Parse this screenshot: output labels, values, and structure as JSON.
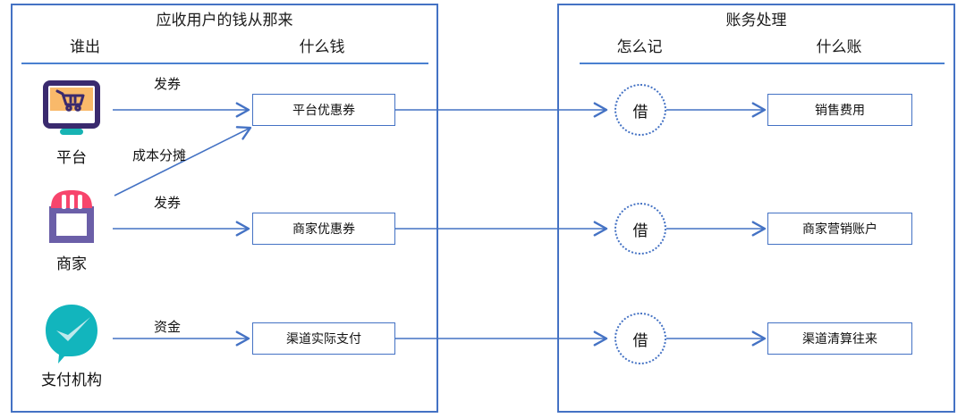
{
  "panels": [
    {
      "id": "receivable-source",
      "title": "应收用户的钱从那来",
      "columns": [
        {
          "id": "who-pays",
          "label": "谁出"
        },
        {
          "id": "what-money",
          "label": "什么钱"
        }
      ]
    },
    {
      "id": "accounting-process",
      "title": "账务处理",
      "columns": [
        {
          "id": "how-record",
          "label": "怎么记"
        },
        {
          "id": "what-account",
          "label": "什么账"
        }
      ]
    }
  ],
  "actors": [
    {
      "id": "platform",
      "label": "平台",
      "icon": "monitor-shopping-cart-icon"
    },
    {
      "id": "merchant",
      "label": "商家",
      "icon": "storefront-icon"
    },
    {
      "id": "payment-institution",
      "label": "支付机构",
      "icon": "payment-check-bubble-icon"
    }
  ],
  "money_boxes": [
    {
      "id": "platform-coupon",
      "label": "平台优惠券"
    },
    {
      "id": "merchant-coupon",
      "label": "商家优惠券"
    },
    {
      "id": "channel-actual-payment",
      "label": "渠道实际支付"
    }
  ],
  "debit_nodes": [
    {
      "id": "debit-1",
      "label": "借"
    },
    {
      "id": "debit-2",
      "label": "借"
    },
    {
      "id": "debit-3",
      "label": "借"
    }
  ],
  "account_boxes": [
    {
      "id": "sales-expense",
      "label": "销售费用"
    },
    {
      "id": "merchant-marketing-account",
      "label": "商家营销账户"
    },
    {
      "id": "channel-settlement-current",
      "label": "渠道清算往来"
    }
  ],
  "edge_labels": [
    {
      "id": "platform-issue-coupon",
      "label": "发券"
    },
    {
      "id": "cost-sharing",
      "label": "成本分摊"
    },
    {
      "id": "merchant-issue-coupon",
      "label": "发券"
    },
    {
      "id": "payment-funds",
      "label": "资金"
    }
  ],
  "colors": {
    "accent_blue": "#4472c4",
    "divider_blue": "#4a80d0",
    "monitor_frame": "#3a2a6e",
    "monitor_screen": "#f9b96a",
    "monitor_stand": "#17b3b3",
    "storefront_awning": "#f7456c",
    "storefront_body": "#6b5fa8",
    "payment_bubble": "#12b5bd",
    "payment_check": "#bfe9ec",
    "text": "#111111"
  }
}
